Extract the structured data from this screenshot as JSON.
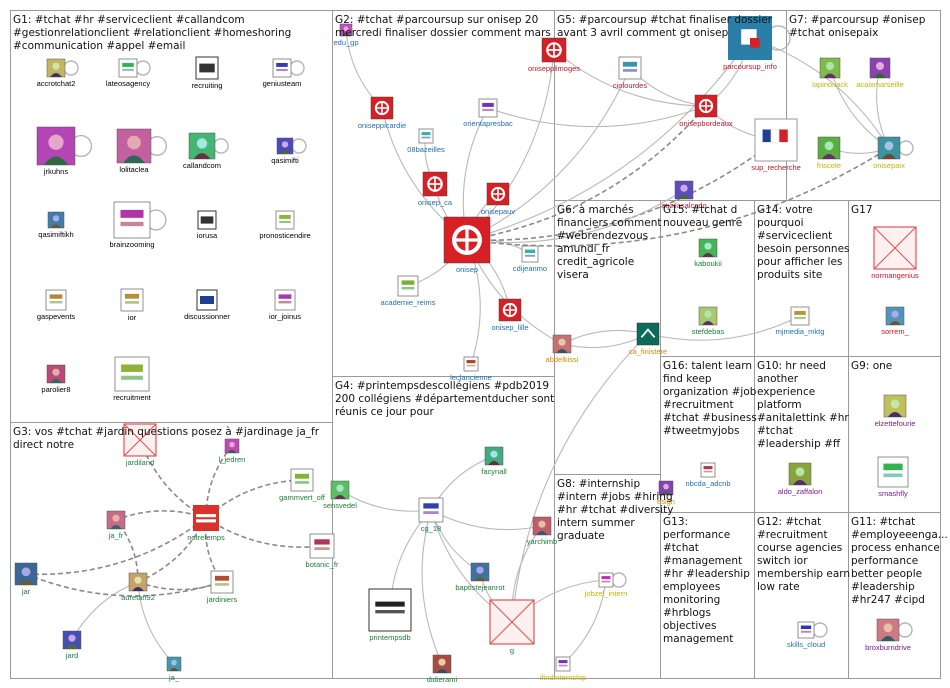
{
  "groups": [
    {
      "id": "G1",
      "lines": [
        "G1: #tchat #hr #serviceclient #callandcom",
        "#gestionrelationclient #relationclient #homeshoring",
        "#communication #appel #email"
      ]
    },
    {
      "id": "G2",
      "lines": [
        "G2: #tchat #parcoursup sur onisep 20",
        "mercredi finaliser dossier comment mars"
      ]
    },
    {
      "id": "G5",
      "lines": [
        "G5: #parcoursup #tchat finaliser dossier",
        "avant 3 avril comment gt onisep"
      ]
    },
    {
      "id": "G7",
      "lines": [
        "G7: #parcoursup #onisep",
        "#tchat onisepaix"
      ]
    },
    {
      "id": "G6",
      "lines": [
        "G6: à marchés",
        "financiers comment",
        "#webrendezvous",
        "amundi_fr",
        "credit_agricole",
        "visera"
      ]
    },
    {
      "id": "G15",
      "lines": [
        "G15: #tchat d",
        "nouveau genre"
      ]
    },
    {
      "id": "G14",
      "lines": [
        "G14: votre",
        "pourquoi",
        "#serviceclient",
        "besoin personnes",
        "pour afficher les",
        "produits site"
      ]
    },
    {
      "id": "G17",
      "lines": [
        "G17"
      ]
    },
    {
      "id": "G4",
      "lines": [
        "G4: #printempsdescollégiens #pdb2019",
        "200 collégiens #départementducher sont",
        "réunis ce jour pour"
      ]
    },
    {
      "id": "G16",
      "lines": [
        "G16: talent learn",
        "find keep",
        "organization #job",
        "#recruitment",
        "#tchat #business",
        "#tweetmyjobs"
      ]
    },
    {
      "id": "G10",
      "lines": [
        "G10: hr need",
        "another",
        "experience",
        "platform",
        "#anitalettink #hr",
        "#tchat",
        "#leadership #ff"
      ]
    },
    {
      "id": "G9",
      "lines": [
        "G9: one"
      ]
    },
    {
      "id": "G3",
      "lines": [
        "G3: vos #tchat #jardin questions posez à #jardinage ja_fr",
        "direct notre"
      ]
    },
    {
      "id": "G8",
      "lines": [
        "G8: #internship",
        "#intern #jobs #hiring",
        "#hr #tchat #diversity",
        "intern summer",
        "graduate"
      ]
    },
    {
      "id": "G13",
      "lines": [
        "G13:",
        "performance",
        "#tchat",
        "#management",
        "#hr #leadership",
        "employees",
        "monitoring",
        "#hrblogs",
        "objectives",
        "management"
      ]
    },
    {
      "id": "G12",
      "lines": [
        "G12: #tchat",
        "#recruitment",
        "course agencies",
        "switch ior",
        "membership earn",
        "low rate"
      ]
    },
    {
      "id": "G11",
      "lines": [
        "G11: #tchat",
        "#employeeenga...",
        "process enhance",
        "performance",
        "better people",
        "#leadership",
        "#hr247 #cipd"
      ]
    }
  ],
  "nodes": [
    {
      "id": "accrotchat2",
      "label": "accrotchat2",
      "color": "#000000",
      "icon": "avatar-icon"
    },
    {
      "id": "lateosagency",
      "label": "lateosagency",
      "color": "#000000",
      "icon": "logo-icon"
    },
    {
      "id": "recruiting",
      "label": "recruiting",
      "color": "#000000",
      "icon": "rt-logo-icon"
    },
    {
      "id": "geniusteam",
      "label": "geniusteam",
      "color": "#000000",
      "icon": "logo-icon"
    },
    {
      "id": "jrkuhns",
      "label": "jrkuhns",
      "color": "#000000",
      "icon": "avatar-icon"
    },
    {
      "id": "lolitaclea",
      "label": "lolitaclea",
      "color": "#000000",
      "icon": "avatar-icon"
    },
    {
      "id": "callandcom",
      "label": "callandcom",
      "color": "#000000",
      "icon": "avatar-icon"
    },
    {
      "id": "qasimifti",
      "label": "qasimifti",
      "color": "#000000",
      "icon": "avatar-icon"
    },
    {
      "id": "qasimiftikh",
      "label": "qasimiftikh",
      "color": "#000000",
      "icon": "avatar-icon"
    },
    {
      "id": "brainzooming",
      "label": "brainzooming",
      "color": "#000000",
      "icon": "logo-icon"
    },
    {
      "id": "iorusa",
      "label": "iorusa",
      "color": "#000000",
      "icon": "ior-logo-icon"
    },
    {
      "id": "pronosticendire",
      "label": "pronosticendire",
      "color": "#000000",
      "icon": "logo-icon"
    },
    {
      "id": "gaspevents",
      "label": "gaspevents",
      "color": "#000000",
      "icon": "logo-icon"
    },
    {
      "id": "ior",
      "label": "ior",
      "color": "#000000",
      "icon": "logo-icon"
    },
    {
      "id": "discussionner",
      "label": "discussionner",
      "color": "#000000",
      "icon": "d-logo-icon"
    },
    {
      "id": "ior_joinus",
      "label": "ior_joinus",
      "color": "#000000",
      "icon": "logo-icon"
    },
    {
      "id": "parolier8",
      "label": "parolier8",
      "color": "#000000",
      "icon": "avatar-icon"
    },
    {
      "id": "recruitment",
      "label": "recruitment",
      "color": "#000000",
      "icon": "logo-icon"
    },
    {
      "id": "edu_gp",
      "label": "edu_gp",
      "color": "#1f6fb5",
      "icon": "avatar-icon"
    },
    {
      "id": "onisepplimoges",
      "label": "onisepplimoges",
      "color": "#c0182a",
      "icon": "onisep-icon"
    },
    {
      "id": "ciolourdes",
      "label": "ciolourdes",
      "color": "#c0182a",
      "icon": "logo-icon"
    },
    {
      "id": "parcoursup_info",
      "label": "parcoursup_info",
      "color": "#c0182a",
      "icon": "parcoursup-icon"
    },
    {
      "id": "lapinouack",
      "label": "lapinouack",
      "color": "#c8b400",
      "icon": "avatar-icon"
    },
    {
      "id": "acaixmarseille",
      "label": "acaixmarseille",
      "color": "#c8b400",
      "icon": "avatar-icon"
    },
    {
      "id": "oniseppicardie",
      "label": "oniseppicardie",
      "color": "#1f6fb5",
      "icon": "onisep-icon"
    },
    {
      "id": "orientapresbac",
      "label": "orientapresbac",
      "color": "#1f6fb5",
      "icon": "logo-icon"
    },
    {
      "id": "08bazeilles",
      "label": "08bazeilles",
      "color": "#1f6fb5",
      "icon": "logo-icon"
    },
    {
      "id": "onisepbordeaux",
      "label": "onisepbordeaux",
      "color": "#c0182a",
      "icon": "onisep-icon"
    },
    {
      "id": "sup_recherche",
      "label": "sup_recherche",
      "color": "#c0182a",
      "icon": "ministere-icon"
    },
    {
      "id": "friscote",
      "label": "friscote",
      "color": "#c8b400",
      "icon": "avatar-icon"
    },
    {
      "id": "onisepaix",
      "label": "onisepaix",
      "color": "#c8b400",
      "icon": "avatar-icon"
    },
    {
      "id": "onisep_ca",
      "label": "onisep_ca",
      "color": "#1f6fb5",
      "icon": "onisep-icon"
    },
    {
      "id": "onisepauv",
      "label": "onisepauv",
      "color": "#1f6fb5",
      "icon": "onisep-icon"
    },
    {
      "id": "auzilasalcado",
      "label": "auzilasalcado",
      "color": "#c0182a",
      "icon": "avatar-icon"
    },
    {
      "id": "onisep",
      "label": "onisep",
      "color": "#1f6fb5",
      "icon": "onisep-icon"
    },
    {
      "id": "cdijeanmo",
      "label": "cdijeanmo",
      "color": "#1f6fb5",
      "icon": "logo-icon"
    },
    {
      "id": "academie_reims",
      "label": "academie_reims",
      "color": "#1f6fb5",
      "icon": "logo-icon"
    },
    {
      "id": "onisep_lille",
      "label": "onisep_lille",
      "color": "#1f6fb5",
      "icon": "onisep-icon"
    },
    {
      "id": "leclancienne",
      "label": "leclancienne",
      "color": "#1f6fb5",
      "icon": "logo-icon"
    },
    {
      "id": "kaboukii",
      "label": "kaboukii",
      "color": "#1e7d3a",
      "icon": "avatar-icon"
    },
    {
      "id": "stefdebas",
      "label": "stefdebas",
      "color": "#1e7d3a",
      "icon": "avatar-icon"
    },
    {
      "id": "mjmedia_mktg",
      "label": "mjmedia_mktg",
      "color": "#1f6fb5",
      "icon": "logo-icon"
    },
    {
      "id": "normangenius",
      "label": "normangenius",
      "color": "#c0182a",
      "icon": "missing-image-icon"
    },
    {
      "id": "sorrem_",
      "label": "sorrem_",
      "color": "#c0182a",
      "icon": "avatar-icon"
    },
    {
      "id": "abdelkissi",
      "label": "abdelkissi",
      "color": "#d98c00",
      "icon": "avatar-icon"
    },
    {
      "id": "ca_finistere",
      "label": "ca_finistere",
      "color": "#d98c00",
      "icon": "ca-icon"
    },
    {
      "id": "nbcda_adcnb",
      "label": "nbcda_adcnb",
      "color": "#1f6fb5",
      "icon": "logo-icon"
    },
    {
      "id": "aldo_zaffalon",
      "label": "aldo_zaffalon",
      "color": "#7a1f8c",
      "icon": "avatar-icon"
    },
    {
      "id": "elzettefourie",
      "label": "elzettefourie",
      "color": "#7a1f8c",
      "icon": "avatar-icon"
    },
    {
      "id": "smashfly",
      "label": "smashfly",
      "color": "#7a1f8c",
      "icon": "logo-icon"
    },
    {
      "id": "jardiland",
      "label": "jardiland",
      "color": "#1e7d3a",
      "icon": "missing-image-icon"
    },
    {
      "id": "l_jedren",
      "label": "l_jedren",
      "color": "#1e7d3a",
      "icon": "avatar-icon"
    },
    {
      "id": "gammvert_off",
      "label": "gammvert_off",
      "color": "#1e7d3a",
      "icon": "logo-icon"
    },
    {
      "id": "ja_fr",
      "label": "ja_fr",
      "color": "#1e7d3a",
      "icon": "avatar-icon"
    },
    {
      "id": "notretemps",
      "label": "notretemps",
      "color": "#1e7d3a",
      "icon": "notretemps-icon"
    },
    {
      "id": "botanic_fr",
      "label": "botanic_fr",
      "color": "#1e7d3a",
      "icon": "logo-icon"
    },
    {
      "id": "jar",
      "label": "jar",
      "color": "#1e7d3a",
      "icon": "avatar-icon"
    },
    {
      "id": "auretan92",
      "label": "auretan92",
      "color": "#1e7d3a",
      "icon": "avatar-icon"
    },
    {
      "id": "jardiniers",
      "label": "jardiniers",
      "color": "#1e7d3a",
      "icon": "logo-icon"
    },
    {
      "id": "jard",
      "label": "jard",
      "color": "#1e7d3a",
      "icon": "avatar-icon"
    },
    {
      "id": "ja_",
      "label": "ja_",
      "color": "#1e7d3a",
      "icon": "avatar-icon"
    },
    {
      "id": "sensvedel",
      "label": "sensvedel",
      "color": "#1e7d3a",
      "icon": "avatar-icon"
    },
    {
      "id": "facynall",
      "label": "facynall",
      "color": "#1e7d3a",
      "icon": "avatar-icon"
    },
    {
      "id": "cg_18",
      "label": "cg_18",
      "color": "#1e7d3a",
      "icon": "logo-icon"
    },
    {
      "id": "yarchimb",
      "label": "yarchimb",
      "color": "#1e7d3a",
      "icon": "avatar-icon"
    },
    {
      "id": "baptistejeanrot",
      "label": "baptistejeanrot",
      "color": "#1e7d3a",
      "icon": "avatar-icon"
    },
    {
      "id": "printempsdb",
      "label": "printempsdb",
      "color": "#1e7d3a",
      "icon": "bourges-icon"
    },
    {
      "id": "didierami",
      "label": "didierami",
      "color": "#1e7d3a",
      "icon": "avatar-icon"
    },
    {
      "id": "g4_missing",
      "label": "g",
      "color": "#1e7d3a",
      "icon": "missing-image-icon"
    },
    {
      "id": "jobzel_intern",
      "label": "jobzel_intern",
      "color": "#c8b400",
      "icon": "logo-icon"
    },
    {
      "id": "ifindinternship",
      "label": "ifindinternship",
      "color": "#c8b400",
      "icon": "logo-icon"
    },
    {
      "id": "skills_cloud",
      "label": "skills_cloud",
      "color": "#1f6fb5",
      "icon": "logo-icon"
    },
    {
      "id": "broxburndrive",
      "label": "broxburndrive",
      "color": "#7a1f8c",
      "icon": "avatar-icon"
    },
    {
      "id": "g16_design",
      "label": "esign",
      "color": "#d98c00",
      "icon": "avatar-icon"
    }
  ]
}
